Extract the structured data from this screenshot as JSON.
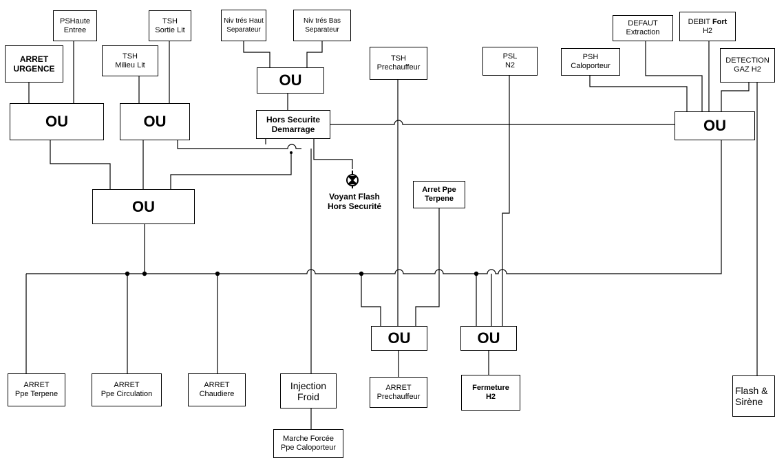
{
  "boxes": {
    "psh_entree": "PSHaute\nEntree",
    "tsh_sortie": "TSH\nSortie Lit",
    "niv_haut": "Niv trés Haut\nSeparateur",
    "niv_bas": "Niv trés Bas\nSeparateur",
    "arret_urgence": "ARRET\nURGENCE",
    "tsh_milieu": "TSH\nMilieu Lit",
    "tsh_prechauffeur": "TSH\nPrechauffeur",
    "psl_n2": "PSL\nN2",
    "defaut_extraction": "DEFAUT\nExtraction",
    "debit_fort_pre": "DEBIT ",
    "debit_fort_bold": "Fort",
    "debit_fort_h2": "H2",
    "psh_caloporteur": "PSH\nCaloporteur",
    "detection_gaz": "DETECTION\nGAZ  H2",
    "hors_securite": "Hors Securite\nDemarrage",
    "arret_ppe_terpene_in": "Arret Ppe\nTerpene",
    "arret_ppe_terpene": "ARRET\nPpe Terpene",
    "arret_ppe_circulation": "ARRET\nPpe Circulation",
    "arret_chaudiere": "ARRET\nChaudiere",
    "injection_froid": "Injection\nFroid",
    "marche_forcee": "Marche Forcée\nPpe Caloporteur",
    "arret_prechauffeur": "ARRET\nPrechauffeur",
    "fermeture_h2": "Fermeture\nH2",
    "flash_sirene": "Flash &\nSirène"
  },
  "ou_label": "OU",
  "voyant_label": "Voyant Flash\nHors Securité"
}
